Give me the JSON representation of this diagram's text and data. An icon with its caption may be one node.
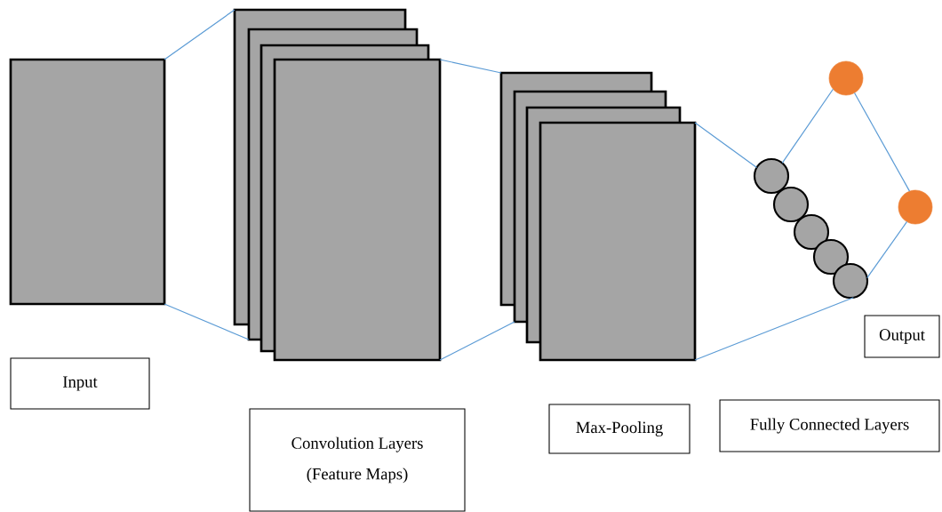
{
  "diagram": {
    "nodes": [
      {
        "text": [],
        "shape": "box"
      },
      {
        "text": [],
        "shape": "box"
      },
      {
        "text": [],
        "shape": "box"
      },
      {
        "text": [],
        "shape": "box"
      },
      {
        "text": [],
        "shape": "box"
      },
      {
        "text": [],
        "shape": "box"
      },
      {
        "text": [],
        "shape": "box"
      },
      {
        "text": [],
        "shape": "box"
      },
      {
        "text": [],
        "shape": "box"
      },
      {
        "text": [],
        "shape": "circle"
      },
      {
        "text": [],
        "shape": "circle"
      },
      {
        "text": [],
        "shape": "circle"
      },
      {
        "text": [],
        "shape": "circle"
      },
      {
        "text": [],
        "shape": "circle"
      },
      {
        "text": [],
        "shape": "circle"
      },
      {
        "text": [],
        "shape": "circle"
      },
      {
        "text": [
          "Output"
        ]
      },
      {
        "text": [
          "Input"
        ]
      },
      {
        "text": [
          "Convolution Layers",
          "(Feature Maps)"
        ]
      },
      {
        "text": [
          "Max-Pooling"
        ]
      },
      {
        "text": [
          "Fully Connected Layers"
        ]
      }
    ],
    "edges": [
      {
        "from": 0,
        "to": 1,
        "arrow": "none"
      },
      {
        "from": 0,
        "to": 2,
        "arrow": "none"
      },
      {
        "from": 4,
        "to": 5,
        "arrow": "none"
      },
      {
        "from": 4,
        "to": 6,
        "arrow": "none"
      },
      {
        "from": 8,
        "to": 9,
        "arrow": "none"
      },
      {
        "from": 8,
        "to": 13,
        "arrow": "none"
      },
      {
        "from": 9,
        "to": 14,
        "arrow": "none"
      },
      {
        "from": 14,
        "to": 15,
        "arrow": "none"
      },
      {
        "from": 15,
        "to": 13,
        "arrow": "none"
      }
    ]
  }
}
